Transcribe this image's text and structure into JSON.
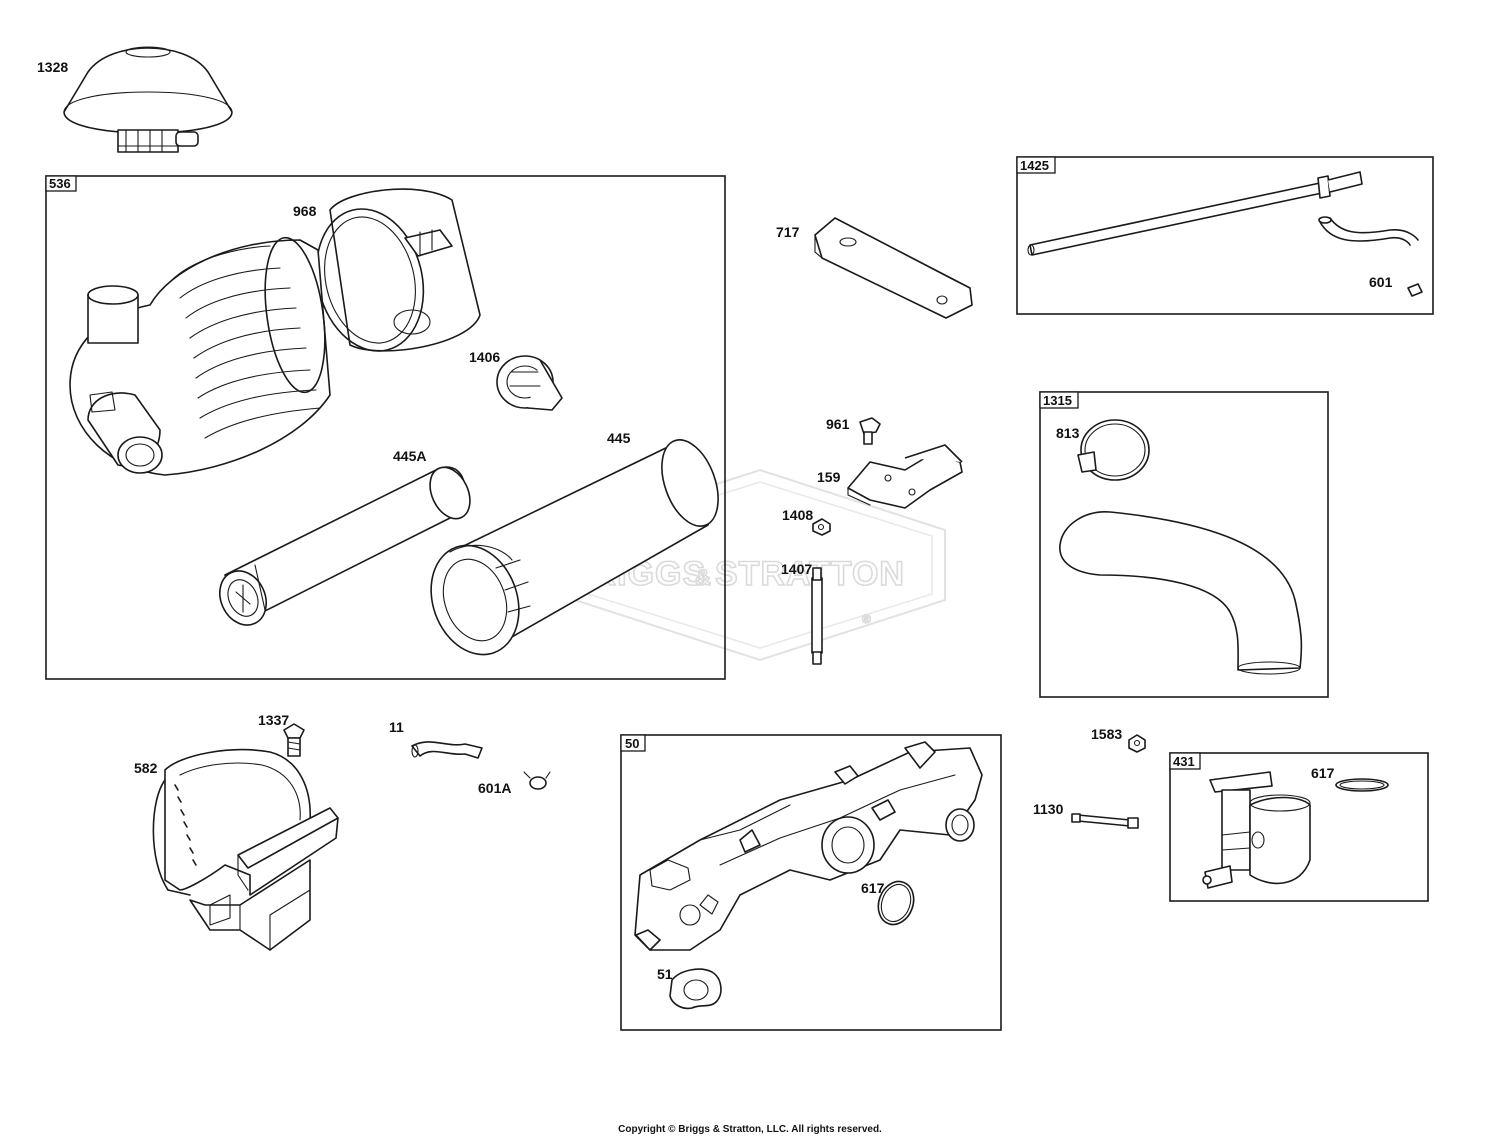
{
  "watermark": {
    "brand_part1": "BRIGGS",
    "brand_amp": "&",
    "brand_part2": "STRATTON",
    "registered": "®"
  },
  "groups": [
    {
      "id": "536",
      "label": "536"
    },
    {
      "id": "1425",
      "label": "1425"
    },
    {
      "id": "1315",
      "label": "1315"
    },
    {
      "id": "50",
      "label": "50"
    },
    {
      "id": "431",
      "label": "431"
    }
  ],
  "callouts": {
    "p1328": "1328",
    "p968": "968",
    "p1406": "1406",
    "p445": "445",
    "p445a": "445A",
    "p717": "717",
    "p961": "961",
    "p159": "159",
    "p1408": "1408",
    "p1407": "1407",
    "p601": "601",
    "p813": "813",
    "p1337": "1337",
    "p582": "582",
    "p11": "11",
    "p601a": "601A",
    "p617a": "617",
    "p51": "51",
    "p1583": "1583",
    "p1130": "1130",
    "p617b": "617"
  },
  "copyright": "Copyright © Briggs & Stratton, LLC. All rights reserved."
}
